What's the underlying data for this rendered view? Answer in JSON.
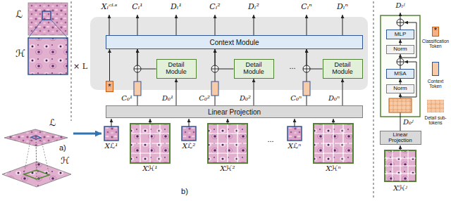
{
  "diagram": {
    "nodes": [
      {
        "text": [
          "Context Module"
        ]
      },
      {
        "text": [
          "Detail Module"
        ]
      },
      {
        "text": [
          "Detail Module"
        ]
      },
      {
        "text": [
          "Detail Module"
        ]
      },
      {
        "text": [
          "*"
        ]
      },
      {
        "text": [
          "Linear Projection"
        ]
      },
      {
        "text": [
          "MLP"
        ]
      },
      {
        "text": [
          "Norm"
        ]
      },
      {
        "text": [
          "MSA"
        ]
      },
      {
        "text": [
          "Norm"
        ]
      },
      {
        "text": [
          "Linear Projection"
        ]
      }
    ],
    "edges": [
      {
        "from": 5,
        "to": 1,
        "arrow": "to"
      },
      {
        "from": 5,
        "to": 2,
        "arrow": "to"
      },
      {
        "from": 5,
        "to": 3,
        "arrow": "to"
      },
      {
        "from": 1,
        "to": 0,
        "arrow": "to"
      },
      {
        "from": 2,
        "to": 0,
        "arrow": "to"
      },
      {
        "from": 3,
        "to": 0,
        "arrow": "to"
      },
      {
        "from": 4,
        "to": 0,
        "arrow": "to"
      },
      {
        "from": 5,
        "to": 0,
        "arrow": "to"
      },
      {
        "from": 5,
        "to": 0,
        "arrow": "to"
      },
      {
        "from": 5,
        "to": 0,
        "arrow": "to"
      },
      {
        "from": 10,
        "to": 9,
        "arrow": "to"
      },
      {
        "from": 9,
        "to": 8,
        "arrow": "to"
      },
      {
        "from": 8,
        "to": 7,
        "arrow": "to"
      },
      {
        "from": 7,
        "to": 6,
        "arrow": "to"
      }
    ],
    "labels": [
      "ℒ",
      "ℋ",
      "ℒ",
      "a)",
      "ℋ",
      "Xₗᶜᴸˢ",
      "Cₗ¹",
      "Dₗ¹",
      "Cₗ²",
      "Dₗ²",
      "Cₗⁿ",
      "Dₗⁿ",
      "× L",
      "...",
      "C₀¹",
      "D₀¹",
      "C₀²",
      "D₀²",
      "C₀ⁿ",
      "D₀ⁿ",
      "Xℒ¹",
      "Xℋ¹",
      "Xℒ²",
      "Xℋ²",
      "...",
      "Xℒⁿ",
      "Xℋⁿ",
      "b)",
      "Dₗʲ",
      "D₀ʲ",
      "Xℋʲ",
      "*"
    ],
    "legend": [
      {
        "text": "Classification Token",
        "color": "#f4b183"
      },
      {
        "text": "Context Token",
        "color": "#f8cba8"
      },
      {
        "text": "Detail sub-tokens"
      }
    ]
  }
}
